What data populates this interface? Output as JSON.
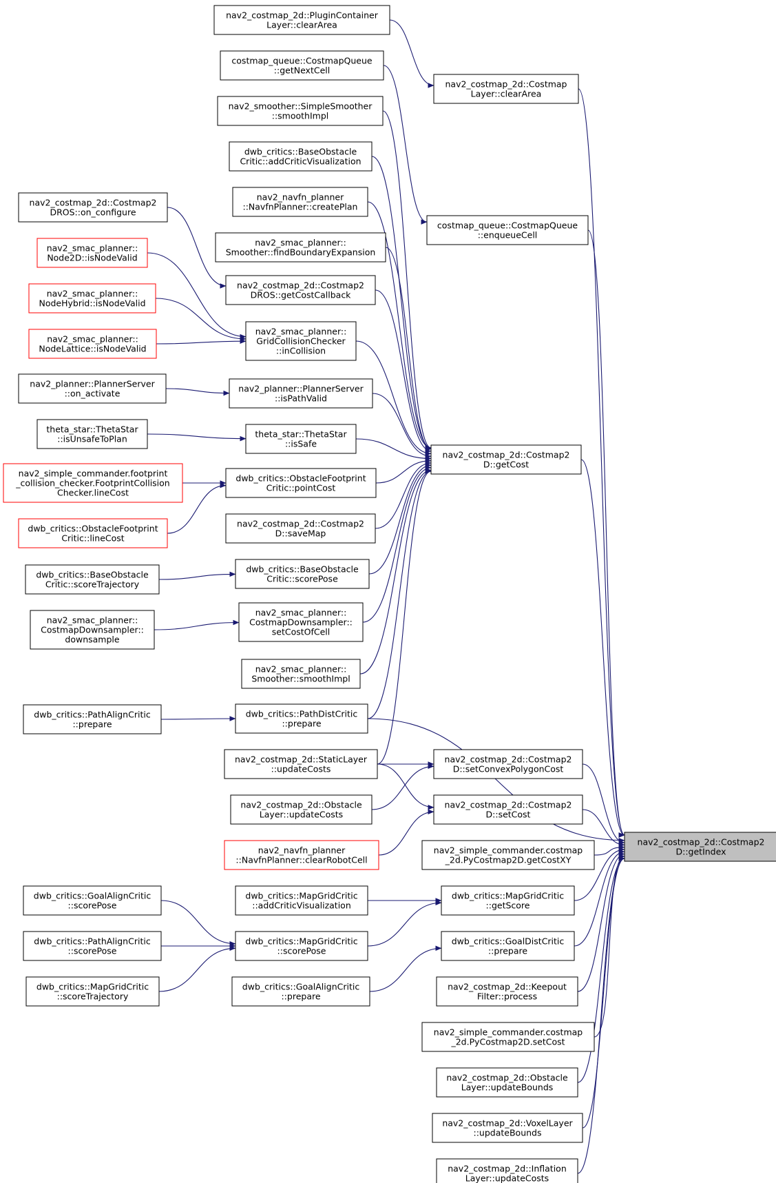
{
  "colors": {
    "edge": "#191970",
    "node_border": "#000000",
    "node_border_truncated": "#ff0000",
    "node_fill": "#ffffff",
    "focus_fill": "#bfbfbf"
  },
  "nodes": [
    {
      "id": "getIndex",
      "lines": [
        "nav2_costmap_2d::Costmap2",
        "D::getIndex"
      ],
      "focus": true
    },
    {
      "id": "getCost",
      "lines": [
        "nav2_costmap_2d::Costmap2",
        "D::getCost"
      ]
    },
    {
      "id": "layerClearArea",
      "lines": [
        "nav2_costmap_2d::Costmap",
        "Layer::clearArea"
      ]
    },
    {
      "id": "pluginClearArea",
      "lines": [
        "nav2_costmap_2d::PluginContainer",
        "Layer::clearArea"
      ]
    },
    {
      "id": "enqueueCell",
      "lines": [
        "costmap_queue::CostmapQueue",
        "::enqueueCell"
      ]
    },
    {
      "id": "getNextCell",
      "lines": [
        "costmap_queue::CostmapQueue",
        "::getNextCell"
      ]
    },
    {
      "id": "simpleSmooth",
      "lines": [
        "nav2_smoother::SimpleSmoother",
        "::smoothImpl"
      ]
    },
    {
      "id": "boAddViz",
      "lines": [
        "dwb_critics::BaseObstacle",
        "Critic::addCriticVisualization"
      ]
    },
    {
      "id": "navfnCreatePlan",
      "lines": [
        "nav2_navfn_planner",
        "::NavfnPlanner::createPlan"
      ]
    },
    {
      "id": "findBoundary",
      "lines": [
        "nav2_smac_planner::",
        "Smoother::findBoundaryExpansion"
      ]
    },
    {
      "id": "onConfigure",
      "lines": [
        "nav2_costmap_2d::Costmap2",
        "DROS::on_configure"
      ]
    },
    {
      "id": "getCostCallback",
      "lines": [
        "nav2_costmap_2d::Costmap2",
        "DROS::getCostCallback"
      ]
    },
    {
      "id": "node2d",
      "lines": [
        "nav2_smac_planner::",
        "Node2D::isNodeValid"
      ],
      "truncated": true
    },
    {
      "id": "nodeHybrid",
      "lines": [
        "nav2_smac_planner::",
        "NodeHybrid::isNodeValid"
      ],
      "truncated": true
    },
    {
      "id": "nodeLattice",
      "lines": [
        "nav2_smac_planner::",
        "NodeLattice::isNodeValid"
      ],
      "truncated": true
    },
    {
      "id": "inCollision",
      "lines": [
        "nav2_smac_planner::",
        "GridCollisionChecker",
        "::inCollision"
      ]
    },
    {
      "id": "onActivate",
      "lines": [
        "nav2_planner::PlannerServer",
        "::on_activate"
      ]
    },
    {
      "id": "isPathValid",
      "lines": [
        "nav2_planner::PlannerServer",
        "::isPathValid"
      ]
    },
    {
      "id": "isUnsafe",
      "lines": [
        "theta_star::ThetaStar",
        "::isUnsafeToPlan"
      ]
    },
    {
      "id": "isSafe",
      "lines": [
        "theta_star::ThetaStar",
        "::isSafe"
      ]
    },
    {
      "id": "fpLineCost",
      "lines": [
        "nav2_simple_commander.footprint",
        "_collision_checker.FootprintCollision",
        "Checker.lineCost"
      ],
      "truncated": true
    },
    {
      "id": "pointCost",
      "lines": [
        "dwb_critics::ObstacleFootprint",
        "Critic::pointCost"
      ]
    },
    {
      "id": "ofLineCost",
      "lines": [
        "dwb_critics::ObstacleFootprint",
        "Critic::lineCost"
      ],
      "truncated": true
    },
    {
      "id": "saveMap",
      "lines": [
        "nav2_costmap_2d::Costmap2",
        "D::saveMap"
      ]
    },
    {
      "id": "boScoreTraj",
      "lines": [
        "dwb_critics::BaseObstacle",
        "Critic::scoreTrajectory"
      ]
    },
    {
      "id": "boScorePose",
      "lines": [
        "dwb_critics::BaseObstacle",
        "Critic::scorePose"
      ]
    },
    {
      "id": "downsample",
      "lines": [
        "nav2_smac_planner::",
        "CostmapDownsampler::",
        "downsample"
      ]
    },
    {
      "id": "setCostOfCell",
      "lines": [
        "nav2_smac_planner::",
        "CostmapDownsampler::",
        "setCostOfCell"
      ]
    },
    {
      "id": "smacSmooth",
      "lines": [
        "nav2_smac_planner::",
        "Smoother::smoothImpl"
      ]
    },
    {
      "id": "paPrepare",
      "lines": [
        "dwb_critics::PathAlignCritic",
        "::prepare"
      ]
    },
    {
      "id": "pdPrepare",
      "lines": [
        "dwb_critics::PathDistCritic",
        "::prepare"
      ]
    },
    {
      "id": "staticUpdate",
      "lines": [
        "nav2_costmap_2d::StaticLayer",
        "::updateCosts"
      ]
    },
    {
      "id": "setConvex",
      "lines": [
        "nav2_costmap_2d::Costmap2",
        "D::setConvexPolygonCost"
      ]
    },
    {
      "id": "obstacleUpdate",
      "lines": [
        "nav2_costmap_2d::Obstacle",
        "Layer::updateCosts"
      ]
    },
    {
      "id": "setCost",
      "lines": [
        "nav2_costmap_2d::Costmap2",
        "D::setCost"
      ]
    },
    {
      "id": "clearRobot",
      "lines": [
        "nav2_navfn_planner",
        "::NavfnPlanner::clearRobotCell"
      ],
      "truncated": true
    },
    {
      "id": "pyGetCostXY",
      "lines": [
        "nav2_simple_commander.costmap",
        "_2d.PyCostmap2D.getCostXY"
      ]
    },
    {
      "id": "gaScorePose",
      "lines": [
        "dwb_critics::GoalAlignCritic",
        "::scorePose"
      ]
    },
    {
      "id": "mgAddViz",
      "lines": [
        "dwb_critics::MapGridCritic",
        "::addCriticVisualization"
      ]
    },
    {
      "id": "mgGetScore",
      "lines": [
        "dwb_critics::MapGridCritic",
        "::getScore"
      ]
    },
    {
      "id": "paScorePose",
      "lines": [
        "dwb_critics::PathAlignCritic",
        "::scorePose"
      ]
    },
    {
      "id": "mgScorePose",
      "lines": [
        "dwb_critics::MapGridCritic",
        "::scorePose"
      ]
    },
    {
      "id": "gdPrepare",
      "lines": [
        "dwb_critics::GoalDistCritic",
        "::prepare"
      ]
    },
    {
      "id": "mgScoreTraj",
      "lines": [
        "dwb_critics::MapGridCritic",
        "::scoreTrajectory"
      ]
    },
    {
      "id": "gaPrepare",
      "lines": [
        "dwb_critics::GoalAlignCritic",
        "::prepare"
      ]
    },
    {
      "id": "keepout",
      "lines": [
        "nav2_costmap_2d::Keepout",
        "Filter::process"
      ]
    },
    {
      "id": "pySetCost",
      "lines": [
        "nav2_simple_commander.costmap",
        "_2d.PyCostmap2D.setCost"
      ]
    },
    {
      "id": "obstacleBounds",
      "lines": [
        "nav2_costmap_2d::Obstacle",
        "Layer::updateBounds"
      ]
    },
    {
      "id": "voxelBounds",
      "lines": [
        "nav2_costmap_2d::VoxelLayer",
        "::updateBounds"
      ]
    },
    {
      "id": "inflationUpdate",
      "lines": [
        "nav2_costmap_2d::Inflation",
        "Layer::updateCosts"
      ]
    }
  ],
  "edges": [
    [
      "pluginClearArea",
      "layerClearArea"
    ],
    [
      "getNextCell",
      "enqueueCell"
    ],
    [
      "onConfigure",
      "getCostCallback"
    ],
    [
      "node2d",
      "inCollision"
    ],
    [
      "nodeHybrid",
      "inCollision"
    ],
    [
      "nodeLattice",
      "inCollision"
    ],
    [
      "onActivate",
      "isPathValid"
    ],
    [
      "isUnsafe",
      "isSafe"
    ],
    [
      "fpLineCost",
      "pointCost"
    ],
    [
      "ofLineCost",
      "pointCost"
    ],
    [
      "boScoreTraj",
      "boScorePose"
    ],
    [
      "downsample",
      "setCostOfCell"
    ],
    [
      "paPrepare",
      "pdPrepare"
    ],
    [
      "staticUpdate",
      "setConvex"
    ],
    [
      "obstacleUpdate",
      "setConvex"
    ],
    [
      "staticUpdate",
      "setCost"
    ],
    [
      "clearRobot",
      "setCost"
    ],
    [
      "gaScorePose",
      "mgScorePose"
    ],
    [
      "paScorePose",
      "mgScorePose"
    ],
    [
      "mgScoreTraj",
      "mgScorePose"
    ],
    [
      "mgAddViz",
      "mgGetScore"
    ],
    [
      "mgScorePose",
      "mgGetScore"
    ],
    [
      "gaPrepare",
      "gdPrepare"
    ],
    [
      "simpleSmooth",
      "getCost"
    ],
    [
      "boAddViz",
      "getCost"
    ],
    [
      "navfnCreatePlan",
      "getCost"
    ],
    [
      "findBoundary",
      "getCost"
    ],
    [
      "getCostCallback",
      "getCost"
    ],
    [
      "inCollision",
      "getCost"
    ],
    [
      "isPathValid",
      "getCost"
    ],
    [
      "isSafe",
      "getCost"
    ],
    [
      "pointCost",
      "getCost"
    ],
    [
      "saveMap",
      "getCost"
    ],
    [
      "boScorePose",
      "getCost"
    ],
    [
      "setCostOfCell",
      "getCost"
    ],
    [
      "smacSmooth",
      "getCost"
    ],
    [
      "pdPrepare",
      "getCost"
    ],
    [
      "staticUpdate",
      "getCost"
    ],
    [
      "layerClearArea",
      "getIndex"
    ],
    [
      "enqueueCell",
      "getIndex"
    ],
    [
      "getCost",
      "getIndex"
    ],
    [
      "pdPrepare",
      "getIndex"
    ],
    [
      "setConvex",
      "getIndex"
    ],
    [
      "setCost",
      "getIndex"
    ],
    [
      "pyGetCostXY",
      "getIndex"
    ],
    [
      "mgGetScore",
      "getIndex"
    ],
    [
      "gdPrepare",
      "getIndex"
    ],
    [
      "keepout",
      "getIndex"
    ],
    [
      "pySetCost",
      "getIndex"
    ],
    [
      "obstacleBounds",
      "getIndex"
    ],
    [
      "voxelBounds",
      "getIndex"
    ],
    [
      "inflationUpdate",
      "getIndex"
    ]
  ]
}
